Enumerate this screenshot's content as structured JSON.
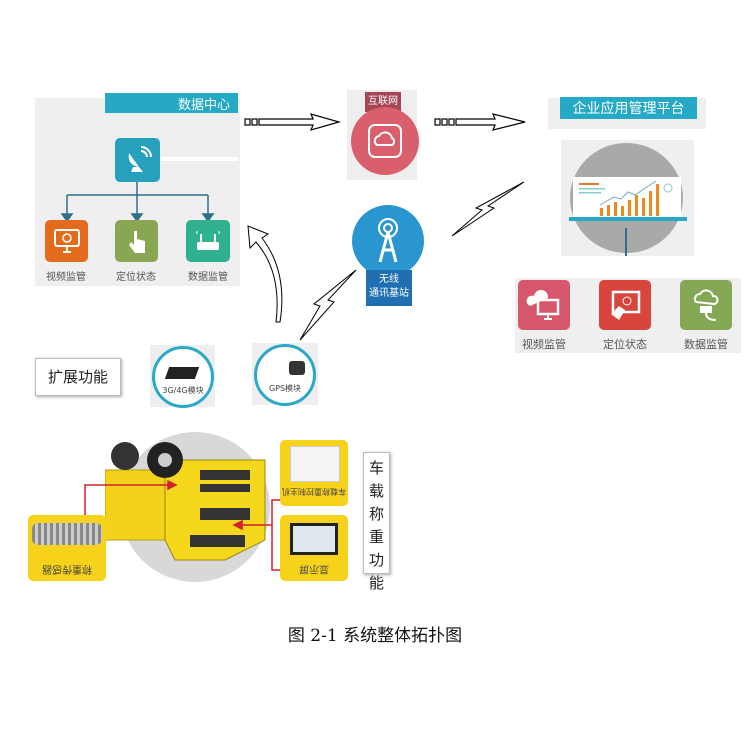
{
  "data_center": {
    "title": "数据中心",
    "items": [
      {
        "label": "视频监管",
        "color": "#e46a1c"
      },
      {
        "label": "定位状态",
        "color": "#8aa653"
      },
      {
        "label": "数据监管",
        "color": "#2fb08f"
      }
    ]
  },
  "internet": {
    "label": "互联网",
    "color": "#d85f6b"
  },
  "base_station": {
    "label_line1": "无线",
    "label_line2": "通讯基站",
    "color": "#2996d0"
  },
  "platform": {
    "title": "企业应用管理平台",
    "items": [
      {
        "label": "视频监管",
        "color": "#d6566b"
      },
      {
        "label": "定位状态",
        "color": "#d8453c"
      },
      {
        "label": "数据监管",
        "color": "#84a755"
      }
    ]
  },
  "extension": {
    "title": "扩展功能",
    "modules": [
      {
        "label": "3G/4G模块"
      },
      {
        "label": "GPS模块"
      }
    ]
  },
  "weighing": {
    "title_chars": [
      "车",
      "载",
      "称",
      "重",
      "功",
      "能"
    ],
    "sensor_label": "称重传感器",
    "controller_label": "车载称重控制主机",
    "display_label": "显示屏"
  },
  "caption": "图 2-1  系统整体拓扑图"
}
